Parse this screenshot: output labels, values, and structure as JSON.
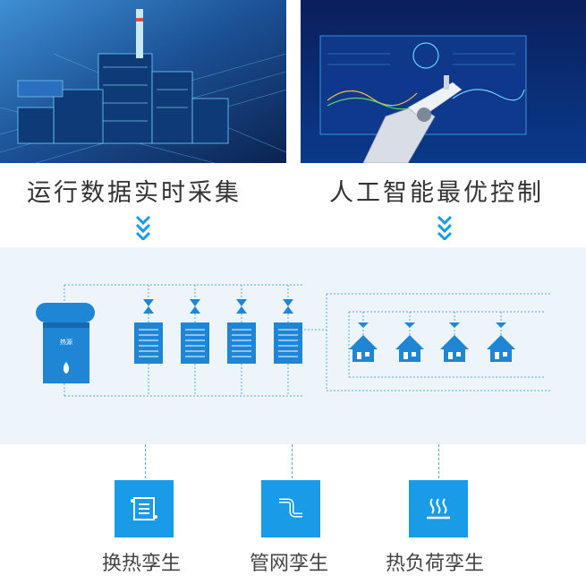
{
  "captions": {
    "left": "运行数据实时采集",
    "right": "人工智能最优控制"
  },
  "boiler_label": "热源",
  "bottom_items": [
    {
      "label": "换热孪生",
      "icon": "heat-exchanger-icon"
    },
    {
      "label": "管网孪生",
      "icon": "pipe-network-icon"
    },
    {
      "label": "热负荷孪生",
      "icon": "heat-load-icon"
    }
  ],
  "colors": {
    "accent": "#1a9be8",
    "line": "#5aa7db",
    "band": "#eef5fa",
    "equipment": "#1f86d6"
  }
}
